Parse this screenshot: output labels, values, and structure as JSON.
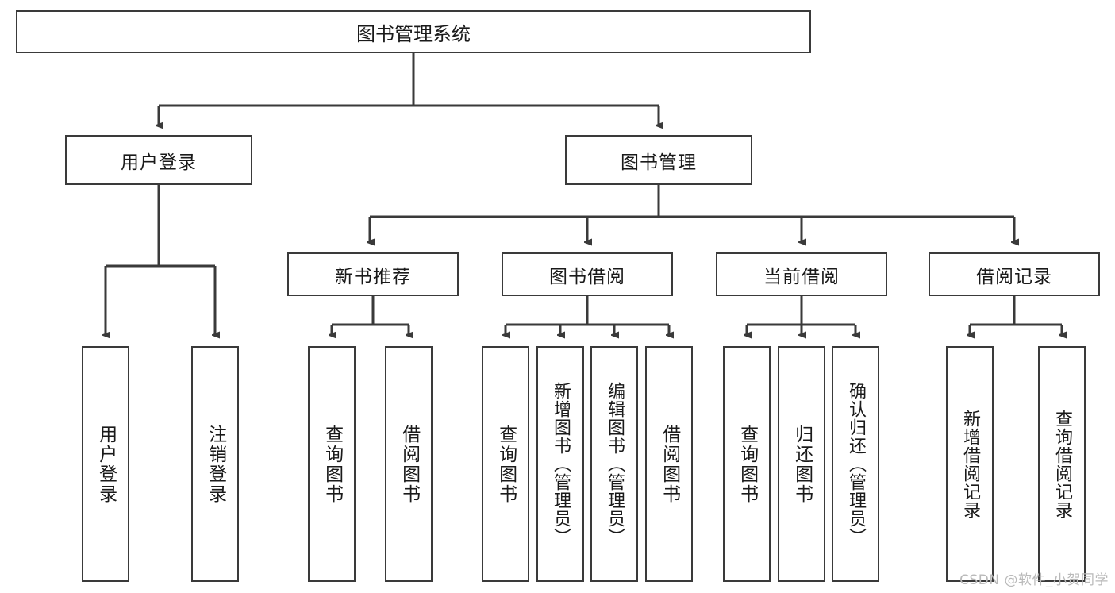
{
  "diagram": {
    "type": "tree",
    "title": "图书管理系统",
    "root": {
      "label": "图书管理系统"
    },
    "level2": [
      {
        "id": "user-login",
        "label": "用户登录"
      },
      {
        "id": "book-manage",
        "label": "图书管理"
      }
    ],
    "level3": [
      {
        "id": "new-book-recommend",
        "label": "新书推荐",
        "parent": "book-manage"
      },
      {
        "id": "book-borrow",
        "label": "图书借阅",
        "parent": "book-manage"
      },
      {
        "id": "current-borrow",
        "label": "当前借阅",
        "parent": "book-manage"
      },
      {
        "id": "borrow-record",
        "label": "借阅记录",
        "parent": "book-manage"
      }
    ],
    "leaves": [
      {
        "id": "leaf-user-login",
        "label": "用户登录",
        "parent": "user-login"
      },
      {
        "id": "leaf-user-logout",
        "label": "注销登录",
        "parent": "user-login"
      },
      {
        "id": "leaf-query-book-1",
        "label": "查询图书",
        "parent": "new-book-recommend"
      },
      {
        "id": "leaf-borrow-book-1",
        "label": "借阅图书",
        "parent": "new-book-recommend"
      },
      {
        "id": "leaf-query-book-2",
        "label": "查询图书",
        "parent": "book-borrow"
      },
      {
        "id": "leaf-add-book",
        "label": "新增图书（管理员）",
        "parent": "book-borrow"
      },
      {
        "id": "leaf-edit-book",
        "label": "编辑图书（管理员）",
        "parent": "book-borrow"
      },
      {
        "id": "leaf-borrow-book-2",
        "label": "借阅图书",
        "parent": "book-borrow"
      },
      {
        "id": "leaf-query-book-3",
        "label": "查询图书",
        "parent": "current-borrow"
      },
      {
        "id": "leaf-return-book",
        "label": "归还图书",
        "parent": "current-borrow"
      },
      {
        "id": "leaf-confirm-return",
        "label": "确认归还（管理员）",
        "parent": "current-borrow"
      },
      {
        "id": "leaf-add-record",
        "label": "新增借阅记录",
        "parent": "borrow-record"
      },
      {
        "id": "leaf-query-record",
        "label": "查询借阅记录",
        "parent": "borrow-record"
      }
    ]
  },
  "watermark": {
    "text": "CSDN @软件_小贺同学"
  },
  "colors": {
    "stroke": "#3a3a3a",
    "background": "#ffffff",
    "text": "#1a1a1a",
    "watermark": "#b9b9b9"
  }
}
